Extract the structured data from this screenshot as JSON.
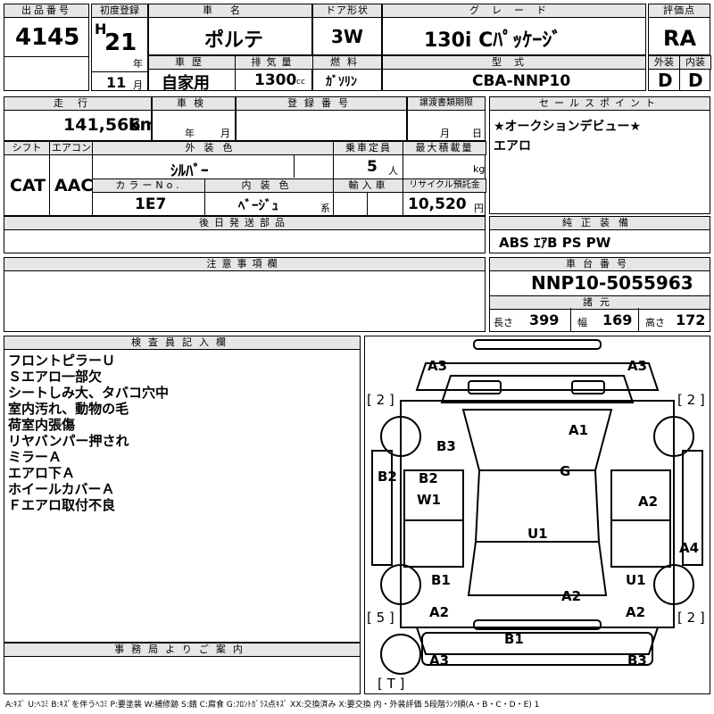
{
  "headers": {
    "lot_no": "出品番号",
    "first_reg": "初度登録",
    "car_name": "車名",
    "door": "ドア形状",
    "grade": "グレード",
    "rating": "評価点",
    "history": "車歴",
    "displacement": "排気量",
    "fuel": "燃料",
    "model": "型式",
    "exterior": "外装",
    "interior": "内装",
    "mileage": "走行",
    "inspection": "車検",
    "registration": "登録番号",
    "transfer_deadline": "譲渡書類期限",
    "sales_points": "セールスポイント",
    "shift": "シフト",
    "aircon": "エアコン",
    "ext_color": "外装色",
    "capacity": "乗車定員",
    "max_load": "最大積載量",
    "color_no": "カラーNo.",
    "int_color": "内装色",
    "import": "輸入車",
    "recycle": "リサイクル預託金",
    "later_parts": "後日発送部品",
    "genuine_equipment": "純正装備",
    "notes": "注意事項欄",
    "chassis_no": "車台番号",
    "specs": "諸元",
    "inspector_notes": "検査員記入欄",
    "office_notice": "事務局よりご案内"
  },
  "vehicle": {
    "lot_no": "4145",
    "era_letter": "H",
    "year": "21",
    "year_unit": "年",
    "month": "11",
    "month_unit": "月",
    "name": "ポルテ",
    "door": "3W",
    "grade": "130i Cﾊﾟｯｹｰｼﾞ",
    "rating": "RA",
    "history": "自家用",
    "displacement": "1300",
    "displacement_unit": "cc",
    "fuel": "ｶﾞｿﾘﾝ",
    "model": "CBA-NNP10",
    "exterior_score": "D",
    "interior_score": "D",
    "mileage": "141,566",
    "mileage_unit": "km",
    "inspection_year_unit": "年",
    "inspection_month_unit": "月",
    "transfer_month_unit": "月",
    "transfer_day_unit": "日",
    "shift": "CAT",
    "aircon": "AAC",
    "ext_color": "ｼﾙﾊﾞｰ",
    "capacity": "5",
    "capacity_unit": "人",
    "load_unit": "kg",
    "color_no": "1E7",
    "int_color": "ﾍﾞｰｼﾞｭ",
    "int_color_suffix": "系",
    "recycle": "10,520",
    "recycle_unit": "円",
    "sales_points": [
      "★オークションデビュー★",
      "エアロ"
    ],
    "genuine_equipment": "ABS ｴｱB PS PW",
    "chassis_no": "NNP10-5055963",
    "length_label": "長さ",
    "length": "399",
    "width_label": "幅",
    "width": "169",
    "height_label": "高さ",
    "height": "172"
  },
  "inspector_notes": [
    "フロントピラーＵ",
    "Ｓエアロ一部欠",
    "シートしみ大、タバコ穴中",
    "室内汚れ、動物の毛",
    "荷室内張傷",
    "リヤバンパー押され",
    "ミラーＡ",
    "エアロ下Ａ",
    "ホイールカバーＡ",
    "Ｆエアロ取付不良"
  ],
  "damage_marks": {
    "front_left": "A3",
    "front_right": "A3",
    "bracket_fl": "[ 2 ]",
    "bracket_fr": "[ 2 ]",
    "b3": "B3",
    "a1": "A1",
    "b2_side": "B2",
    "b2_seat": "B2",
    "w1": "W1",
    "g": "G",
    "a2_right": "A2",
    "a4": "A4",
    "u1_center": "U1",
    "b1_left": "B1",
    "u1_right": "U1",
    "a2_rear": "A2",
    "a2_left": "A2",
    "a2_rear_right": "A2",
    "bracket_rl": "[ 5 ]",
    "bracket_rr": "[ 2 ]",
    "b1_bottom": "B1",
    "rear_left": "A3",
    "rear_right": "B3",
    "bracket_t": "[ T ]"
  },
  "legend": "A:ｷｽﾞ U:ﾍｺﾐ B:ｷｽﾞを伴うﾍｺﾐ P:要塗装 W:補修跡 S:錆 C:腐食 G:ﾌﾛﾝﾄｶﾞﾗｽ点ｷｽﾞ XX:交換済み X:要交換 内・外装評価 5段階ﾗﾝｸ順(A・B・C・D・E) 1"
}
